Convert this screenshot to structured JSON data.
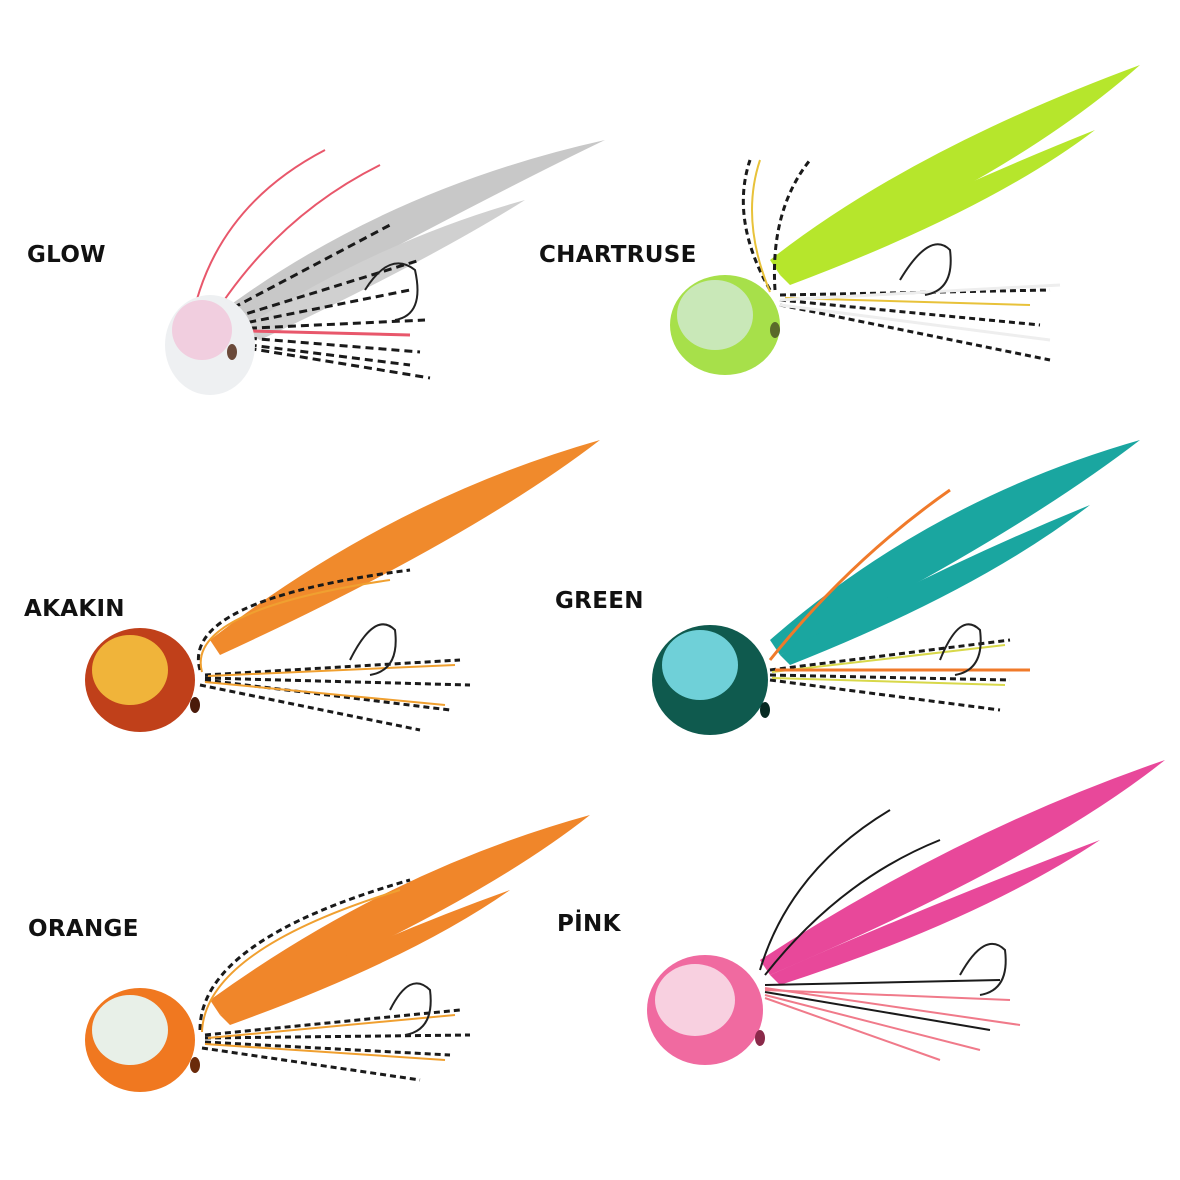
{
  "lures": [
    {
      "name": "GLOW",
      "head": "#f2eef0",
      "head_accent": "#f3b7d2",
      "insert": "#e8eef2",
      "tail": "#c8c8c8",
      "skirt_a": "#1a1a1a",
      "skirt_b": "#ffffff",
      "accent": "#e8576b"
    },
    {
      "name": "CHARTRUSE",
      "head": "#a7e04a",
      "head_accent": "#8fd23a",
      "insert": "#c9e8b8",
      "tail": "#b6e62c",
      "skirt_a": "#1a1a1a",
      "skirt_b": "#e8c23a",
      "accent": "#f2f2f2"
    },
    {
      "name": "AKAKIN",
      "head": "#c0401a",
      "head_accent": "#8a1a10",
      "insert": "#f0b43a",
      "tail": "#f08a2c",
      "skirt_a": "#1a1a1a",
      "skirt_b": "#f0a030",
      "accent": "#e86a20"
    },
    {
      "name": "GREEN",
      "head": "#0f5a4e",
      "head_accent": "#063a33",
      "insert": "#6fd0d8",
      "tail": "#1aa6a0",
      "skirt_a": "#1a1a1a",
      "skirt_b": "#d8d84a",
      "accent": "#f07a2a"
    },
    {
      "name": "ORANGE",
      "head": "#f07820",
      "head_accent": "#e0601a",
      "insert": "#e8f0e8",
      "tail": "#f0862a",
      "skirt_a": "#1a1a1a",
      "skirt_b": "#f0a030",
      "accent": "#f08a2c"
    },
    {
      "name": "PİNK",
      "head": "#f06aa0",
      "head_accent": "#e04a86",
      "insert": "#f8d0e0",
      "tail": "#e8489a",
      "skirt_a": "#1a1a1a",
      "skirt_b": "#f07a8a",
      "accent": "#e8407a"
    }
  ]
}
